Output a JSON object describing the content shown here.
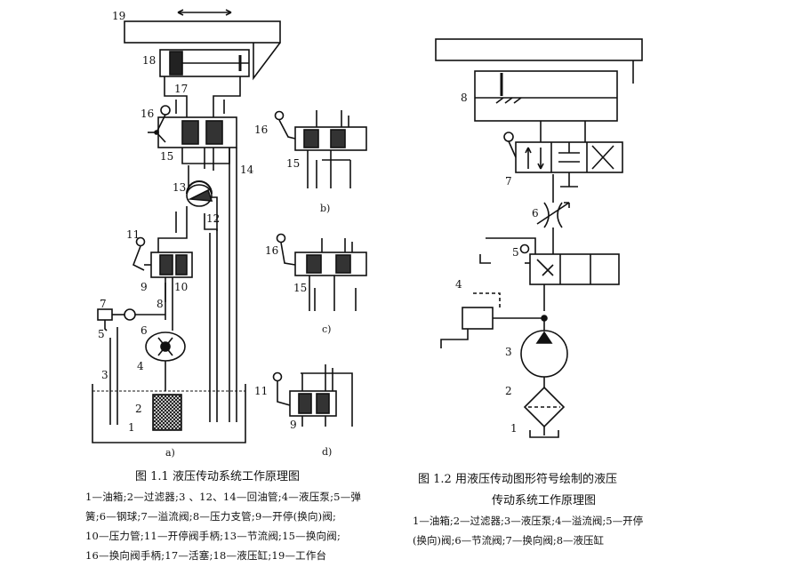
{
  "figure1": {
    "title": "图 1.1   液压传动系统工作原理图",
    "legend": [
      "1—油箱;2—过滤器;3 、12、14—回油管;4—液压泵;5—弹",
      "簧;6—钢球;7—溢流阀;8—压力支管;9—开停(换向)阀;",
      "10—压力管;11—开停阀手柄;13—节流阀;15—换向阀;",
      "16—换向阀手柄;17—活塞;18—液压缸;19—工作台"
    ],
    "labels": {
      "n1": "1",
      "n2": "2",
      "n3": "3",
      "n4": "4",
      "n5": "5",
      "n6": "6",
      "n7": "7",
      "n8": "8",
      "n9": "9",
      "n10": "10",
      "n11": "11",
      "n12": "12",
      "n13": "13",
      "n14": "14",
      "n15": "15",
      "n16": "16",
      "n17": "17",
      "n18": "18",
      "n19": "19"
    },
    "sub_labels": {
      "a": "a)",
      "b": "b)",
      "c": "c)",
      "d": "d)"
    },
    "sub_part_labels": {
      "b16": "16",
      "b15": "15",
      "c16": "16",
      "c15": "15",
      "d11": "11",
      "d9": "9"
    }
  },
  "figure2": {
    "title_line1": "图 1.2   用液压传动图形符号绘制的液压",
    "title_line2": "传动系统工作原理图",
    "legend": [
      "1—油箱;2—过滤器;3—液压泵;4—溢流阀;5—开停",
      "(换向)阀;6—节流阀;7—换向阀;8—液压缸"
    ],
    "labels": {
      "n1": "1",
      "n2": "2",
      "n3": "3",
      "n4": "4",
      "n5": "5",
      "n6": "6",
      "n7": "7",
      "n8": "8"
    }
  }
}
